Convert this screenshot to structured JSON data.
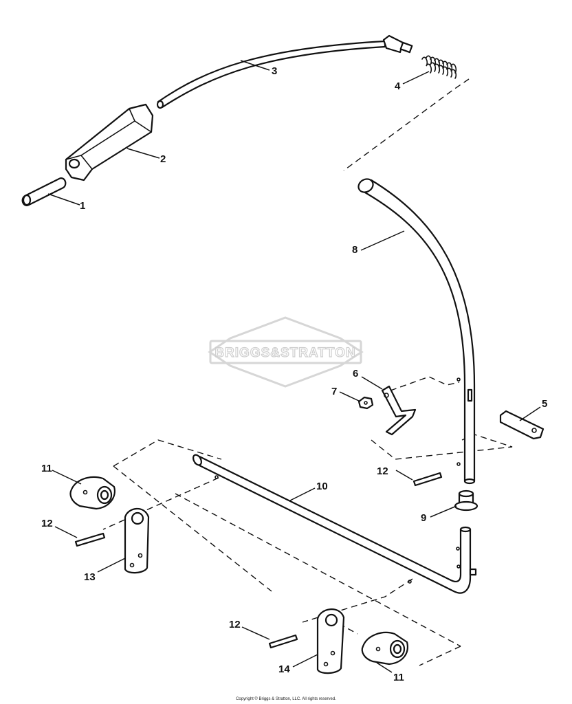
{
  "watermark": {
    "text": "BRIGGS&STRATTON"
  },
  "copyright": "Copyright © Briggs & Stratton, LLC. All rights reserved.",
  "callouts": {
    "c1": "1",
    "c2": "2",
    "c3": "3",
    "c4": "4",
    "c5": "5",
    "c6": "6",
    "c7": "7",
    "c8": "8",
    "c9": "9",
    "c10": "10",
    "c11a": "11",
    "c11b": "11",
    "c12a": "12",
    "c12b": "12",
    "c12c": "12",
    "c13": "13",
    "c14": "14"
  },
  "colors": {
    "ink": "#111111",
    "watermark": "#cfcfcf",
    "background": "#ffffff"
  }
}
